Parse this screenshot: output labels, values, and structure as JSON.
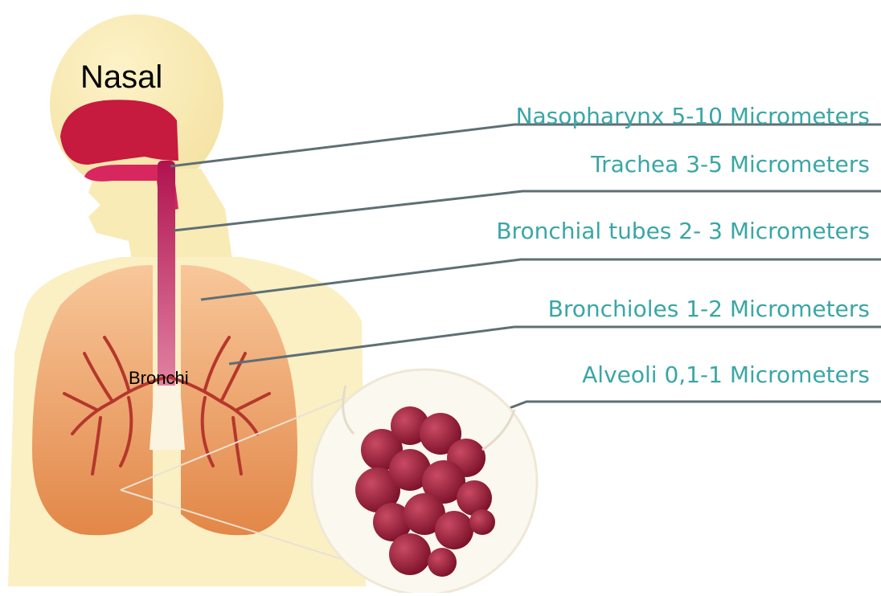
{
  "labels": {
    "nasal": "Nasal",
    "bronchi": "Bronchi"
  },
  "callouts": [
    "Nasopharynx 5-10 Micrometers",
    "Trachea 3-5 Micrometers",
    "Bronchial tubes 2- 3 Micrometers",
    "Bronchioles  1-2 Micrometers",
    "Alveoli 0,1-1 Micrometers"
  ],
  "colors": {
    "callout_text": "#3aa6a6",
    "skin": "#fbedb8",
    "airway": "#c2185b",
    "lung": "#e8915a",
    "alveoli": "#a3213a"
  }
}
